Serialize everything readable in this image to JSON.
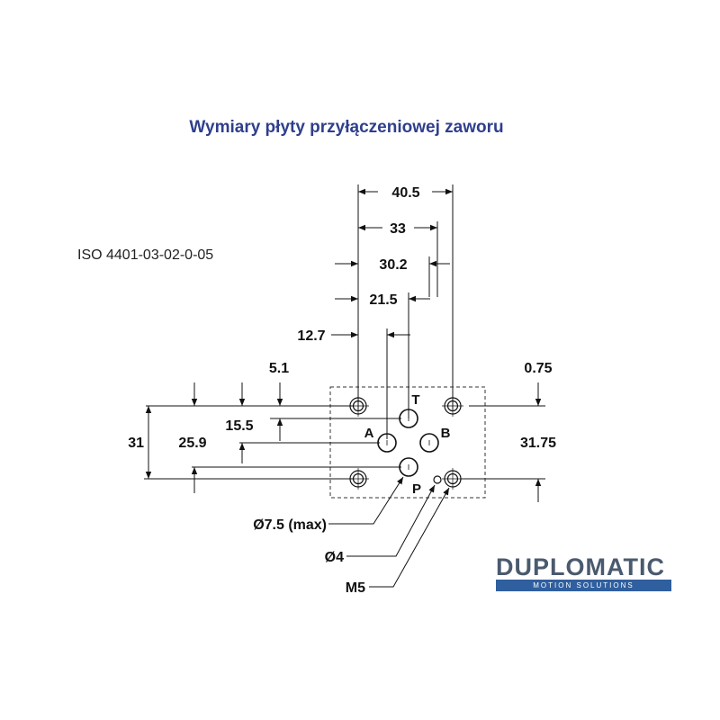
{
  "title": "Wymiary płyty przyłączeniowej zaworu",
  "standard": "ISO 4401-03-02-0-05",
  "dimensions": {
    "d40_5": "40.5",
    "d33": "33",
    "d30_2": "30.2",
    "d21_5": "21.5",
    "d12_7": "12.7",
    "d5_1": "5.1",
    "d0_75": "0.75",
    "d31": "31",
    "d25_9": "25.9",
    "d15_5": "15.5",
    "d31_75": "31.75"
  },
  "ports": {
    "t": "T",
    "a": "A",
    "b": "B",
    "p": "P"
  },
  "callouts": {
    "port_diameter": "Ø7.5 (max)",
    "pin_diameter": "Ø4",
    "thread": "M5"
  },
  "brand": {
    "name": "DUPLOMATIC",
    "tagline": "MOTION SOLUTIONS"
  }
}
